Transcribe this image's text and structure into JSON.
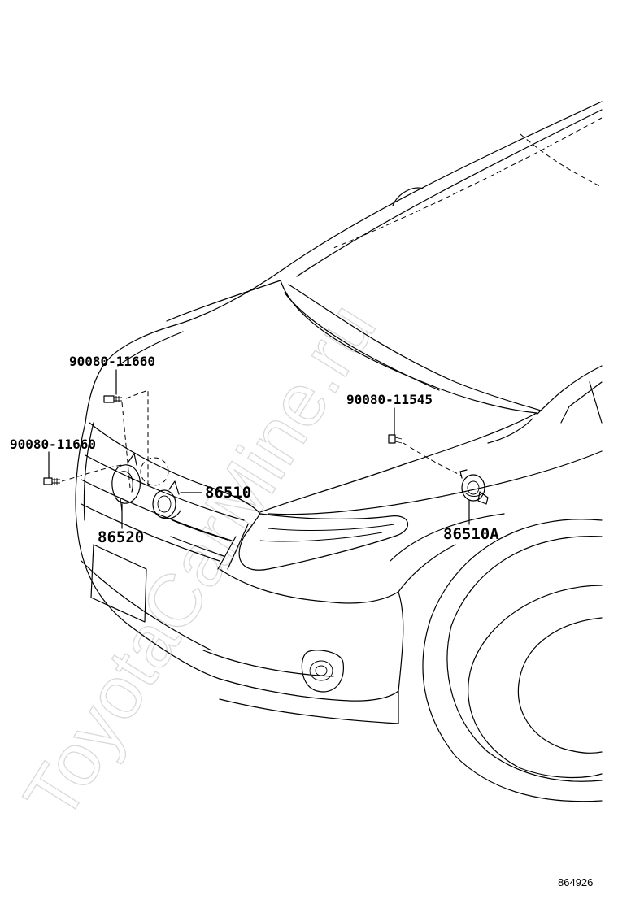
{
  "watermark": "ToyotaCarMine.ru",
  "parts": {
    "bolt_upper": "90080-11660",
    "bolt_left": "90080-11660",
    "bolt_right": "90080-11545",
    "horn_high": "86510",
    "horn_low": "86520",
    "horn_side": "86510A"
  },
  "illustration_number": "864926"
}
